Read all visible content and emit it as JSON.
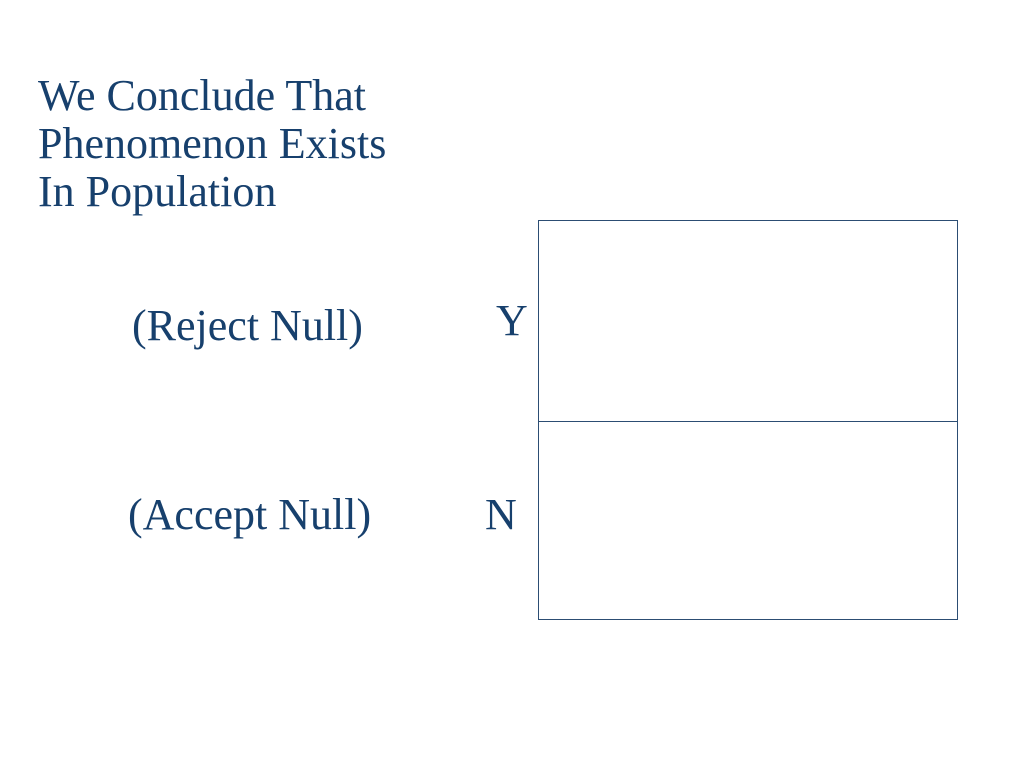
{
  "heading": {
    "line1": "We Conclude That",
    "line2": "Phenomenon Exists",
    "line3": "In Population"
  },
  "rows": [
    {
      "label": "(Reject Null)",
      "code": "Y"
    },
    {
      "label": "(Accept Null)",
      "code": "N"
    }
  ],
  "colors": {
    "text": "#17406d",
    "border": "#2c4d73",
    "background": "#ffffff"
  }
}
